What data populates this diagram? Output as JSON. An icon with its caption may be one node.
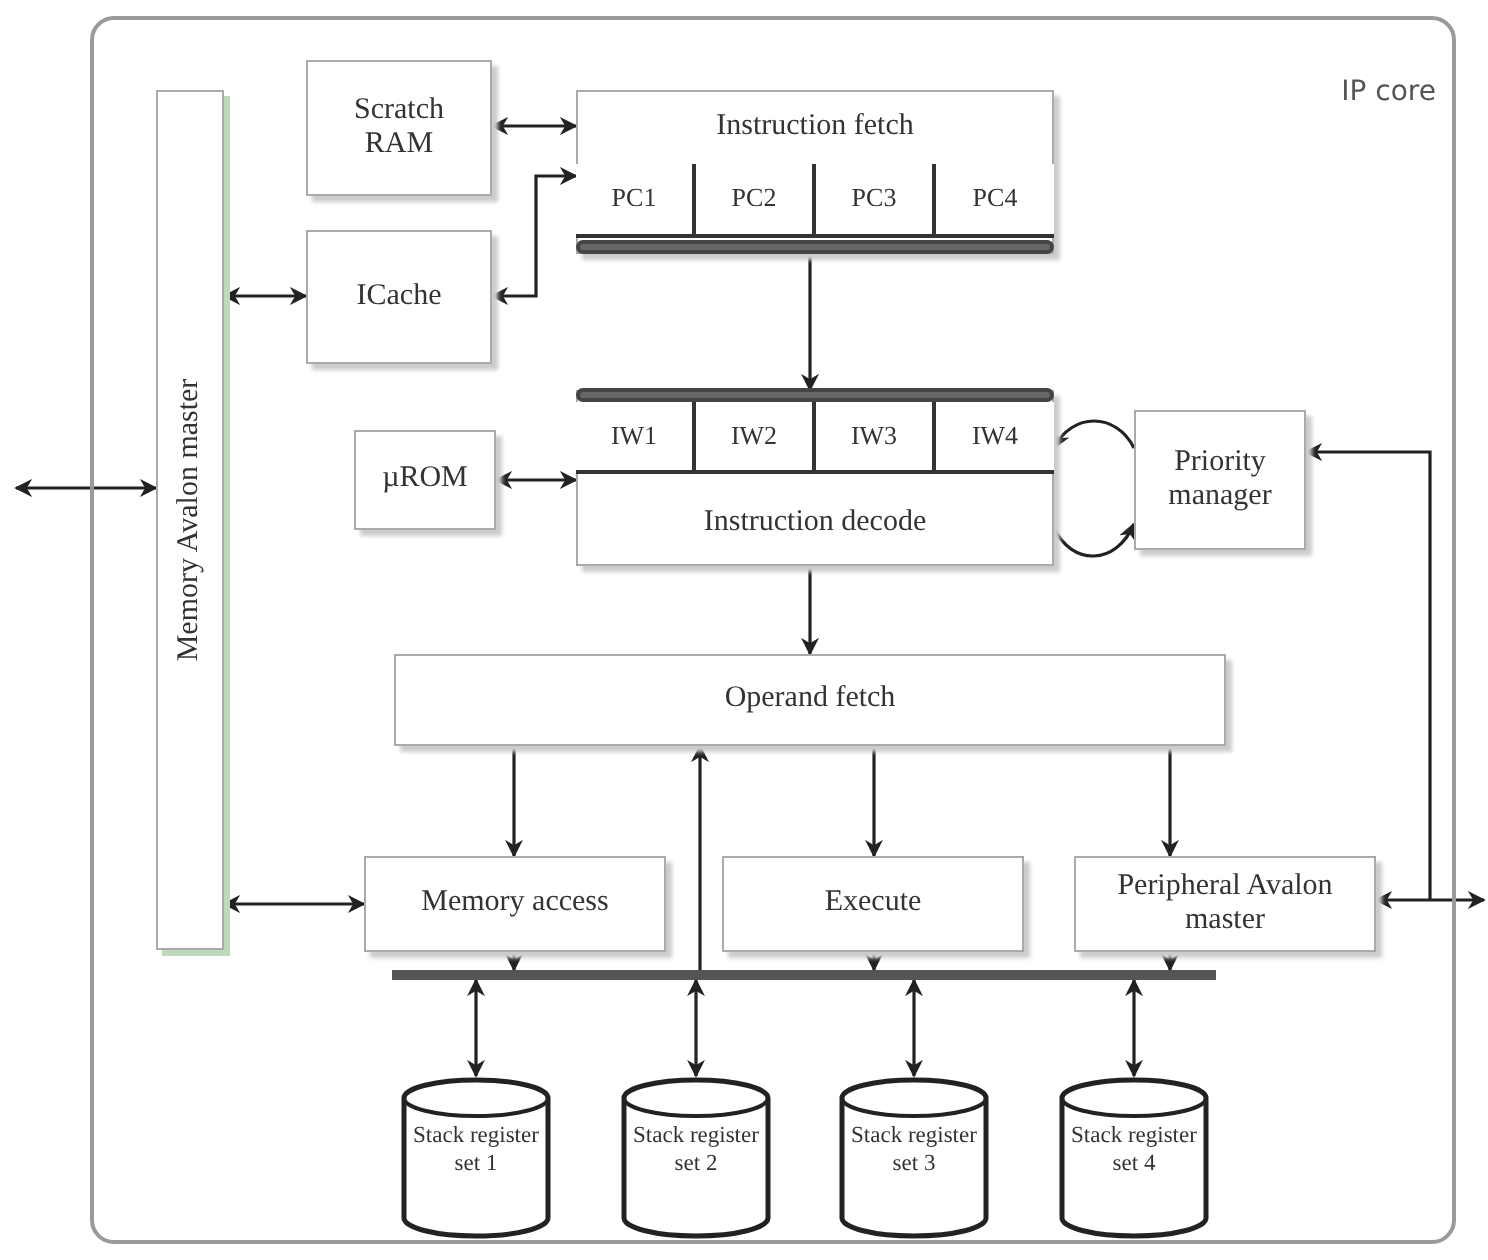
{
  "diagram": {
    "nodes": [
      {
        "text": [
          "IP core"
        ]
      },
      {
        "text": [
          "Memory Avalon master"
        ],
        "in": 0
      },
      {
        "text": [
          "Scratch RAM"
        ],
        "in": 0
      },
      {
        "text": [
          "ICache"
        ],
        "in": 0
      },
      {
        "text": [
          "Instruction fetch"
        ],
        "in": 0
      },
      {
        "text": [
          "PC1"
        ],
        "in": 4
      },
      {
        "text": [
          "PC2"
        ],
        "in": 4
      },
      {
        "text": [
          "PC3"
        ],
        "in": 4
      },
      {
        "text": [
          "PC4"
        ],
        "in": 4
      },
      {
        "text": [
          "Instruction decode"
        ],
        "in": 0
      },
      {
        "text": [
          "IW1"
        ],
        "in": 9
      },
      {
        "text": [
          "IW2"
        ],
        "in": 9
      },
      {
        "text": [
          "IW3"
        ],
        "in": 9
      },
      {
        "text": [
          "IW4"
        ],
        "in": 9
      },
      {
        "text": [
          "µROM"
        ],
        "in": 0
      },
      {
        "text": [
          "Priority manager"
        ],
        "in": 0
      },
      {
        "text": [
          "Operand fetch"
        ],
        "in": 0
      },
      {
        "text": [
          "Memory access"
        ],
        "in": 0
      },
      {
        "text": [
          "Execute"
        ],
        "in": 0
      },
      {
        "text": [
          "Peripheral Avalon master"
        ],
        "in": 0
      },
      {
        "text": [],
        "shape": "bar",
        "in": 0
      },
      {
        "text": [
          "Stack register set 1"
        ],
        "in": 0
      },
      {
        "text": [
          "Stack register set 2"
        ],
        "in": 0
      },
      {
        "text": [
          "Stack register set 3"
        ],
        "in": 0
      },
      {
        "text": [
          "Stack register set 4"
        ],
        "in": 0
      }
    ],
    "edges": [
      {
        "from": null,
        "to": 1,
        "arrow": "both"
      },
      {
        "from": 1,
        "to": 3,
        "arrow": "both"
      },
      {
        "from": 2,
        "to": 4,
        "arrow": "both"
      },
      {
        "from": 3,
        "to": 4,
        "arrow": "both"
      },
      {
        "from": 4,
        "to": 9,
        "arrow": "to"
      },
      {
        "from": 14,
        "to": 9,
        "arrow": "both"
      },
      {
        "from": 15,
        "to": 9,
        "arrow": "to"
      },
      {
        "from": 9,
        "to": 15,
        "arrow": "to"
      },
      {
        "from": 9,
        "to": 16,
        "arrow": "to"
      },
      {
        "from": 16,
        "to": 17,
        "arrow": "to"
      },
      {
        "from": 16,
        "to": 18,
        "arrow": "to"
      },
      {
        "from": 16,
        "to": 19,
        "arrow": "to"
      },
      {
        "from": 20,
        "to": 16,
        "arrow": "to"
      },
      {
        "from": 1,
        "to": 17,
        "arrow": "both"
      },
      {
        "from": 17,
        "to": 20,
        "arrow": "to"
      },
      {
        "from": 18,
        "to": 20,
        "arrow": "to"
      },
      {
        "from": 19,
        "to": 20,
        "arrow": "to"
      },
      {
        "from": 20,
        "to": 21,
        "arrow": "both"
      },
      {
        "from": 20,
        "to": 22,
        "arrow": "both"
      },
      {
        "from": 20,
        "to": 23,
        "arrow": "both"
      },
      {
        "from": 20,
        "to": 24,
        "arrow": "both"
      },
      {
        "from": 19,
        "to": null,
        "arrow": "both"
      },
      {
        "from": null,
        "to": 15,
        "arrow": "to"
      }
    ]
  }
}
